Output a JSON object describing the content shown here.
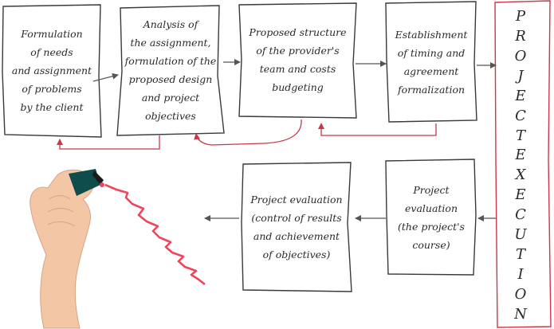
{
  "colors": {
    "box_stroke": "#3a3a3a",
    "box_fill": "#ffffff",
    "arrow_gray": "#555555",
    "feedback_red": "#c8384a",
    "projection_border": "#c8384a",
    "zigzag_red": "#f0465a",
    "marker_teal": "#0f4d4d"
  },
  "boxes": {
    "formulation": [
      "Formulation",
      "of needs",
      "and assignment",
      "of problems",
      "by the client"
    ],
    "analysis": [
      "Analysis of",
      "the assignment,",
      "formulation of the",
      "proposed design",
      "and project objectives"
    ],
    "structure": [
      "Proposed structure",
      "of the provider's",
      "team and costs",
      "budgeting"
    ],
    "timing": [
      "Establishment",
      "of timing and",
      "agreement",
      "formalization"
    ],
    "eval_course": [
      "Project",
      "evaluation",
      "(the project's",
      "course)"
    ],
    "eval_results": [
      "Project evaluation",
      "(control of results",
      "and achievement",
      "of objectives)"
    ]
  },
  "project_execution": [
    "P",
    "R",
    "O",
    "J",
    "E",
    "C",
    "T",
    "E",
    "X",
    "E",
    "C",
    "U",
    "T",
    "I",
    "O",
    "N"
  ],
  "icons": {
    "hand": "hand-with-marker-icon",
    "trend": "rising-zigzag-line-icon"
  }
}
